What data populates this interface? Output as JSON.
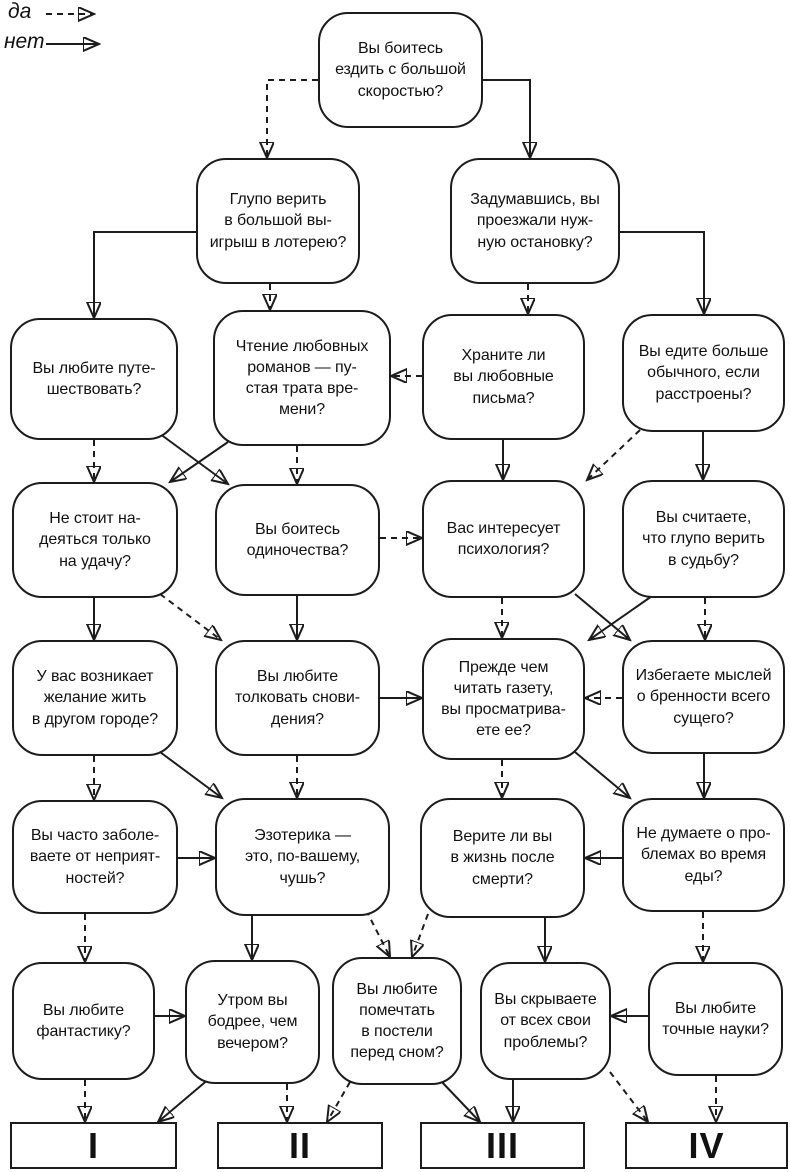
{
  "legend": {
    "yes_label": "да",
    "no_label": "нет"
  },
  "colors": {
    "line": "#1c1c1c",
    "background": "#ffffff"
  },
  "nodes": {
    "q1": {
      "text": "Вы боитесь\nездить с большой\nскоростью?"
    },
    "q2a": {
      "text": "Глупо верить\nв большой вы-\nигрыш в лотерею?"
    },
    "q2b": {
      "text": "Задумавшись, вы\nпроезжали нуж-\nную остановку?"
    },
    "q3a": {
      "text": "Вы любите путе-\nшествовать?"
    },
    "q3b": {
      "text": "Чтение любовных\nроманов — пу-\nстая трата вре-\nмени?"
    },
    "q3c": {
      "text": "Храните ли\nвы любовные\nписьма?"
    },
    "q3d": {
      "text": "Вы едите больше\nобычного, если\nрасстроены?"
    },
    "q4a": {
      "text": "Не стоит на-\nдеяться только\nна удачу?"
    },
    "q4b": {
      "text": "Вы боитесь\nодиночества?"
    },
    "q4c": {
      "text": "Вас интересует\nпсихология?"
    },
    "q4d": {
      "text": "Вы считаете,\nчто глупо верить\nв судьбу?"
    },
    "q5a": {
      "text": "У вас возникает\nжелание жить\nв другом городе?"
    },
    "q5b": {
      "text": "Вы любите\nтолковать снови-\nдения?"
    },
    "q5c": {
      "text": "Прежде чем\nчитать газету,\nвы просматрива-\nете ее?"
    },
    "q5d": {
      "text": "Избегаете мыслей\nо бренности всего\nсущего?"
    },
    "q6a": {
      "text": "Вы часто заболе-\nваете от неприят-\nностей?"
    },
    "q6b": {
      "text": "Эзотерика —\nэто, по-вашему,\nчушь?"
    },
    "q6c": {
      "text": "Верите ли вы\nв жизнь после\nсмерти?"
    },
    "q6d": {
      "text": "Не думаете о про-\nблемах во время\nеды?"
    },
    "q7a": {
      "text": "Вы любите\nфантастику?"
    },
    "q7b": {
      "text": "Утром вы\nбодрее, чем\nвечером?"
    },
    "q7c": {
      "text": "Вы любите\nпомечтать\nв постели\nперед сном?"
    },
    "q7d": {
      "text": "Вы скрываете\nот всех свои\nпроблемы?"
    },
    "q7e": {
      "text": "Вы любите\nточные науки?"
    }
  },
  "results": {
    "r1": {
      "label": "I"
    },
    "r2": {
      "label": "II"
    },
    "r3": {
      "label": "III"
    },
    "r4": {
      "label": "IV"
    }
  },
  "edges": [
    {
      "from": "q1",
      "to": "q2a",
      "answer": "да"
    },
    {
      "from": "q1",
      "to": "q2b",
      "answer": "нет"
    },
    {
      "from": "q2a",
      "to": "q3b",
      "answer": "да"
    },
    {
      "from": "q2a",
      "to": "q3a",
      "answer": "нет"
    },
    {
      "from": "q2b",
      "to": "q3c",
      "answer": "да"
    },
    {
      "from": "q2b",
      "to": "q3d",
      "answer": "нет"
    },
    {
      "from": "q3a",
      "to": "q4a",
      "answer": "да"
    },
    {
      "from": "q3a",
      "to": "q4b",
      "answer": "нет"
    },
    {
      "from": "q3b",
      "to": "q4b",
      "answer": "да"
    },
    {
      "from": "q3b",
      "to": "q4a",
      "answer": "нет"
    },
    {
      "from": "q3c",
      "to": "q3b",
      "answer": "да"
    },
    {
      "from": "q3c",
      "to": "q4c",
      "answer": "нет"
    },
    {
      "from": "q3d",
      "to": "q4c",
      "answer": "да"
    },
    {
      "from": "q3d",
      "to": "q4d",
      "answer": "нет"
    },
    {
      "from": "q4a",
      "to": "q5b",
      "answer": "да"
    },
    {
      "from": "q4a",
      "to": "q5a",
      "answer": "нет"
    },
    {
      "from": "q4b",
      "to": "q4c",
      "answer": "да"
    },
    {
      "from": "q4b",
      "to": "q5b",
      "answer": "нет"
    },
    {
      "from": "q4c",
      "to": "q5c",
      "answer": "да"
    },
    {
      "from": "q4c",
      "to": "q5d",
      "answer": "нет"
    },
    {
      "from": "q4d",
      "to": "q5d",
      "answer": "да"
    },
    {
      "from": "q4d",
      "to": "q5c",
      "answer": "нет"
    },
    {
      "from": "q5a",
      "to": "q6a",
      "answer": "да"
    },
    {
      "from": "q5a",
      "to": "q6b",
      "answer": "нет"
    },
    {
      "from": "q5b",
      "to": "q6b",
      "answer": "да"
    },
    {
      "from": "q5b",
      "to": "q5c",
      "answer": "нет"
    },
    {
      "from": "q5c",
      "to": "q6c",
      "answer": "да"
    },
    {
      "from": "q5c",
      "to": "q6d",
      "answer": "нет"
    },
    {
      "from": "q5d",
      "to": "q5c",
      "answer": "да"
    },
    {
      "from": "q5d",
      "to": "q6d",
      "answer": "нет"
    },
    {
      "from": "q6a",
      "to": "q7a",
      "answer": "да"
    },
    {
      "from": "q6a",
      "to": "q6b",
      "answer": "нет"
    },
    {
      "from": "q6b",
      "to": "q7c",
      "answer": "да"
    },
    {
      "from": "q6b",
      "to": "q7b",
      "answer": "нет"
    },
    {
      "from": "q6c",
      "to": "q7c",
      "answer": "да"
    },
    {
      "from": "q6c",
      "to": "q7d",
      "answer": "нет"
    },
    {
      "from": "q6d",
      "to": "q7e",
      "answer": "да"
    },
    {
      "from": "q6d",
      "to": "q6c",
      "answer": "нет"
    },
    {
      "from": "q7a",
      "to": "r1",
      "answer": "да"
    },
    {
      "from": "q7a",
      "to": "q7b",
      "answer": "нет"
    },
    {
      "from": "q7b",
      "to": "r2",
      "answer": "да"
    },
    {
      "from": "q7b",
      "to": "r1",
      "answer": "нет"
    },
    {
      "from": "q7c",
      "to": "r2",
      "answer": "да"
    },
    {
      "from": "q7c",
      "to": "r3",
      "answer": "нет"
    },
    {
      "from": "q7d",
      "to": "r4",
      "answer": "да"
    },
    {
      "from": "q7d",
      "to": "r3",
      "answer": "нет"
    },
    {
      "from": "q7e",
      "to": "r4",
      "answer": "да"
    },
    {
      "from": "q7e",
      "to": "q7d",
      "answer": "нет"
    }
  ]
}
